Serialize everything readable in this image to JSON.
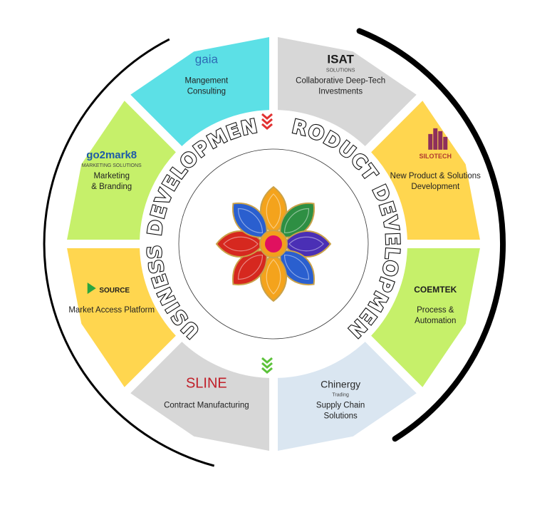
{
  "ring_labels": {
    "left": "BUSINESS DEVELOPMENT",
    "right": "PRODUCT DEVELOPMENT"
  },
  "segments": [
    {
      "id": "isat",
      "logo": "ISAT",
      "logo_sub": "SOLUTIONS",
      "lines": [
        "Collaborative Deep-Tech",
        "Investments"
      ],
      "color": "#d7d7d7"
    },
    {
      "id": "silotech",
      "logo": "SILOTECH",
      "lines": [
        "New Product & Solutions",
        "Development"
      ],
      "color": "#ffd64f"
    },
    {
      "id": "coemtek",
      "logo": "COEMTEK",
      "lines": [
        "Process &",
        "Automation"
      ],
      "color": "#c6f06a"
    },
    {
      "id": "chinergy",
      "logo": "Chinergy",
      "logo_sub": "Trading",
      "lines": [
        "Supply Chain",
        "Solutions"
      ],
      "color": "#dae6f1"
    },
    {
      "id": "sline",
      "logo": "SLINE",
      "lines": [
        "Contract Manufacturing"
      ],
      "color": "#d7d7d7"
    },
    {
      "id": "csource",
      "logo": "SOURCE",
      "lines": [
        "Market Access Platform"
      ],
      "color": "#ffd64f"
    },
    {
      "id": "go2mark8",
      "logo": "go2mark8",
      "logo_sub": "MARKETING SOLUTIONS",
      "lines": [
        "Marketing",
        "& Branding"
      ],
      "color": "#c6f06a"
    },
    {
      "id": "gaia",
      "logo": "gaia",
      "lines": [
        "Mangement",
        "Consulting"
      ],
      "color": "#5ce0e6"
    }
  ],
  "colors": {
    "arrow_top": "#e23232",
    "arrow_bottom": "#5cc23a",
    "outer_arc": "#000000"
  },
  "icons": {
    "center": "lotus-flower-icon"
  }
}
